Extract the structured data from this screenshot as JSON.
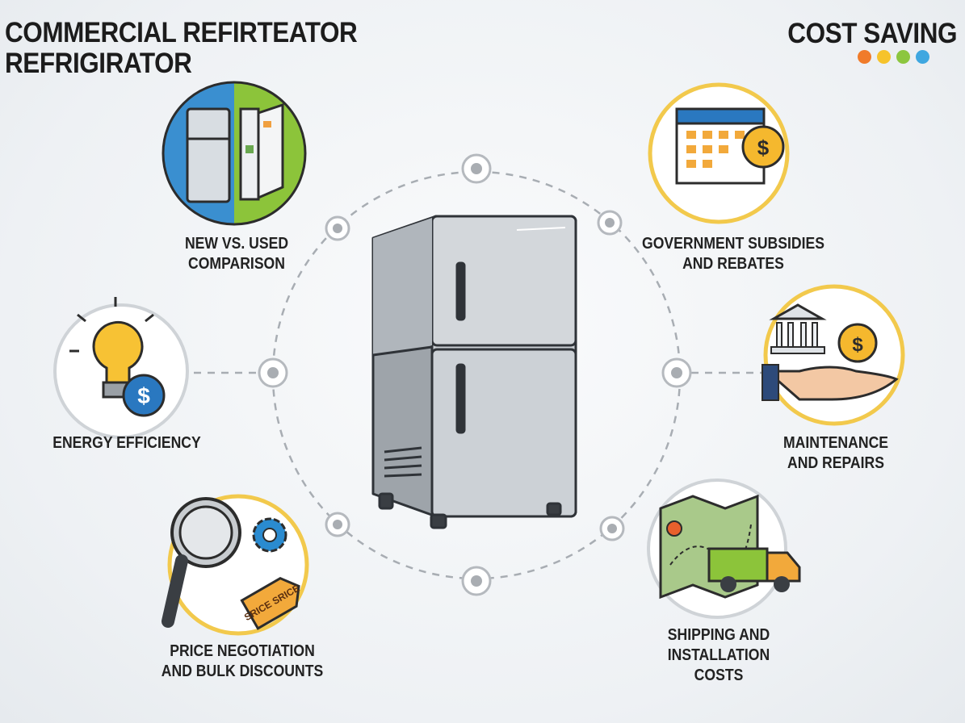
{
  "header": {
    "title_line1": "COMMERCIAL REFIRTEATOR",
    "title_line2": "REFRIGIRATOR",
    "brand": "COST SAVING",
    "brand_dot_colors": [
      "#f07b2a",
      "#f6c32b",
      "#8cc63f",
      "#3fa7e0"
    ]
  },
  "items": [
    {
      "id": "new-vs-used",
      "icon": "fridge-comparison-icon",
      "line1": "NEW VS. USED",
      "line2": "COMPARISON"
    },
    {
      "id": "energy-efficiency",
      "icon": "lightbulb-dollar-icon",
      "line1": "ENERGY EFFICIENCY"
    },
    {
      "id": "price-negotiation",
      "icon": "magnifier-price-tag-icon",
      "line1": "PRICE NEGOTIATION",
      "line2": "AND BULK DISCOUNTS",
      "tag_text": "SRICE SRICE"
    },
    {
      "id": "government-subsidies",
      "icon": "calendar-dollar-icon",
      "line1": "GOVERNMENT SUBSIDIES",
      "line2": "AND REBATES"
    },
    {
      "id": "maintenance",
      "icon": "bank-hand-dollar-icon",
      "line1": "MAINTENANCE",
      "line2": "AND REPAIRS"
    },
    {
      "id": "shipping",
      "icon": "map-truck-icon",
      "line1": "SHIPPING AND",
      "line2": "INSTALLATION",
      "line3": "COSTS"
    }
  ],
  "center": {
    "icon": "refrigerator-icon"
  },
  "currency_symbol": "$"
}
